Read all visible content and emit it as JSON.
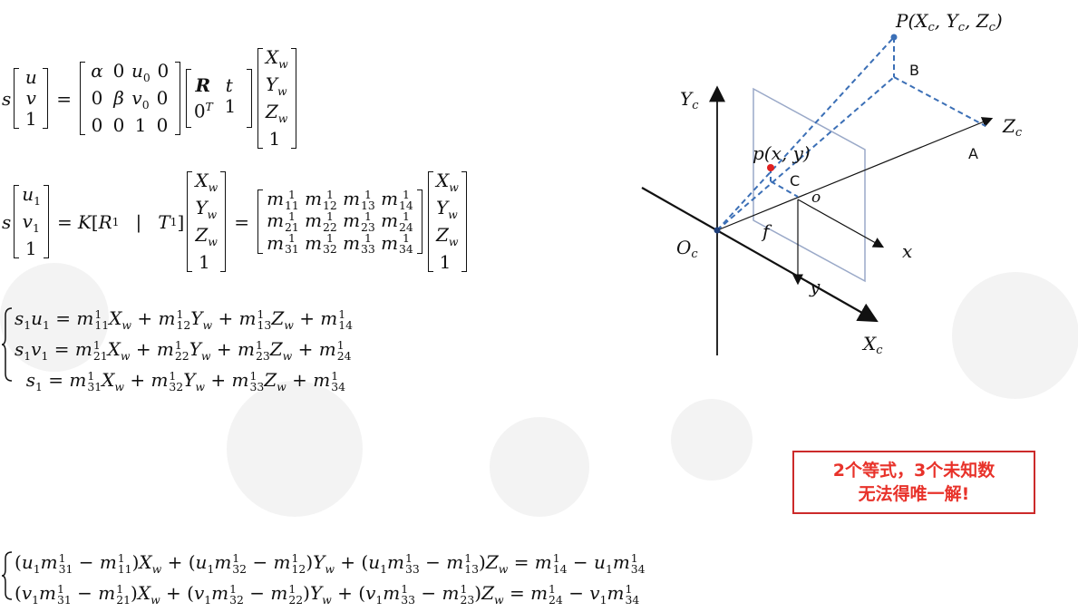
{
  "eq1": {
    "s": "s",
    "uv1": [
      "u",
      "v",
      "1"
    ],
    "equals": "=",
    "intrinsic": [
      [
        "α",
        "0",
        "u",
        "0"
      ],
      [
        "0",
        "β",
        "v",
        "0"
      ],
      [
        "0",
        "0",
        "1",
        "0"
      ]
    ],
    "intrinsic_subs": [
      [
        "",
        "",
        "0",
        ""
      ],
      [
        "",
        "",
        "0",
        ""
      ],
      [
        "",
        "",
        "",
        ""
      ]
    ],
    "extrinsic_R": "R",
    "extrinsic_t": "t",
    "extrinsic_0": "0",
    "extrinsic_T": "T",
    "extrinsic_1": "1",
    "world": [
      "X",
      "Y",
      "Z",
      "1"
    ],
    "world_subs": [
      "w",
      "w",
      "w",
      ""
    ]
  },
  "eq2": {
    "s": "s",
    "lhs": [
      "u",
      "v",
      "1"
    ],
    "lhs_subs": [
      "1",
      "1",
      ""
    ],
    "K": "K",
    "R1": "R",
    "T1": "T",
    "sub1": "1",
    "bar": "|",
    "world": [
      "X",
      "Y",
      "Z",
      "1"
    ],
    "world_subs": [
      "w",
      "w",
      "w",
      ""
    ],
    "m_rows": [
      [
        "11",
        "12",
        "13",
        "14"
      ],
      [
        "21",
        "22",
        "23",
        "24"
      ],
      [
        "31",
        "32",
        "33",
        "34"
      ]
    ],
    "m_sup": "1"
  },
  "eq3": {
    "lines": [
      {
        "lhs": "s₁u₁",
        "i": "1"
      },
      {
        "lhs": "s₁v₁",
        "i": "2"
      },
      {
        "lhs": "s₁",
        "i": "3"
      }
    ]
  },
  "eq4": {
    "lines": [
      {
        "v": "u",
        "row": "1"
      },
      {
        "v": "v",
        "row": "2"
      }
    ]
  },
  "note": {
    "line1": "2个等式，3个未知数",
    "line2": "无法得唯一解!"
  },
  "diagram": {
    "P_label": "P(X",
    "P_label_full": "P(Xc, Yc, Zc)",
    "p_label": "p(x, y)",
    "B": "B",
    "A": "A",
    "C": "C",
    "o": "o",
    "f": "f",
    "Yc": "Y",
    "Zc": "Z",
    "Xc": "X",
    "Oc": "O",
    "c_sub": "c",
    "x": "x",
    "y": "y",
    "point_color": "#e02020",
    "dash_color": "#3b6fb6",
    "plane_color": "#9aa9c8"
  }
}
